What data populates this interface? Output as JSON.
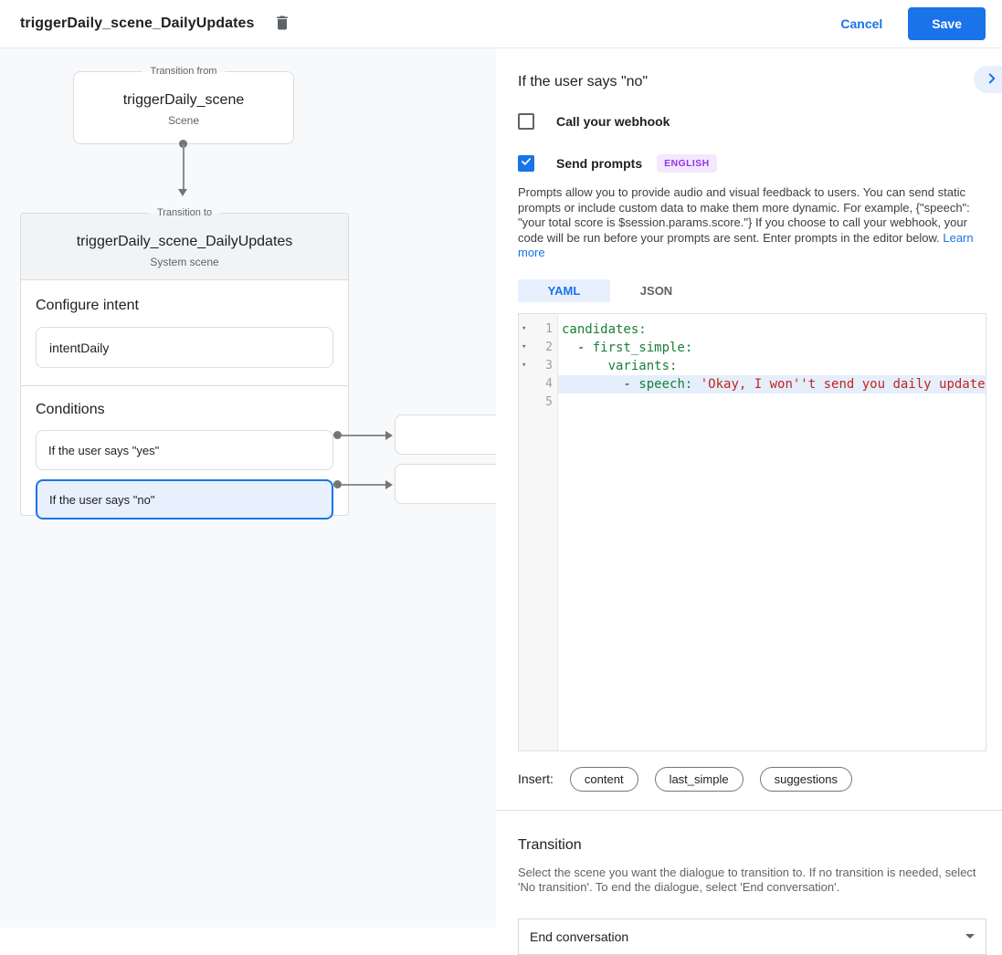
{
  "header": {
    "title": "triggerDaily_scene_DailyUpdates",
    "cancel_label": "Cancel",
    "save_label": "Save"
  },
  "colors": {
    "accent_blue": "#1a73e8",
    "selected_bg": "#e8f0fe",
    "badge_bg": "#f3e8fd",
    "badge_text": "#9334e6",
    "code_key_green": "#188038",
    "code_string_red": "#c5221f",
    "line_highlight": "#e4effb"
  },
  "diagram": {
    "from_box": {
      "legend": "Transition from",
      "name": "triggerDaily_scene",
      "type": "Scene"
    },
    "to_box": {
      "legend": "Transition to",
      "name": "triggerDaily_scene_DailyUpdates",
      "type": "System scene",
      "intent_section": {
        "heading": "Configure intent",
        "value": "intentDaily"
      },
      "conditions_section": {
        "heading": "Conditions",
        "items": [
          {
            "label": "If the user says \"yes\"",
            "selected": false
          },
          {
            "label": "If the user says \"no\"",
            "selected": true
          }
        ]
      }
    }
  },
  "panel": {
    "title": "If the user says \"no\"",
    "webhook_checkbox": {
      "label": "Call your webhook",
      "checked": false
    },
    "prompts_checkbox": {
      "label": "Send prompts",
      "checked": true,
      "badge": "ENGLISH"
    },
    "description": "Prompts allow you to provide audio and visual feedback to users. You can send static prompts or include custom data to make them more dynamic. For example, {\"speech\": \"your total score is $session.params.score.\"} If you choose to call your webhook, your code will be run before your prompts are sent. Enter prompts in the editor below. ",
    "learn_more_label": "Learn more",
    "tabs": [
      {
        "label": "YAML",
        "active": true
      },
      {
        "label": "JSON",
        "active": false
      }
    ],
    "editor": {
      "fold_glyph": "▾",
      "lines": [
        {
          "number": "1",
          "segments": {
            "plain": "",
            "key": "candidates:",
            "string": ""
          }
        },
        {
          "number": "2",
          "segments": {
            "plain": "  - ",
            "key": "first_simple:",
            "string": ""
          }
        },
        {
          "number": "3",
          "segments": {
            "plain": "      ",
            "key": "variants:",
            "string": ""
          }
        },
        {
          "number": "4",
          "segments": {
            "plain": "        - ",
            "key": "speech: ",
            "string": "'Okay, I won''t send you daily update"
          }
        },
        {
          "number": "5",
          "segments": {
            "plain": "",
            "key": "",
            "string": ""
          }
        }
      ]
    },
    "insert": {
      "label": "Insert:",
      "chips": [
        "content",
        "last_simple",
        "suggestions"
      ]
    },
    "transition": {
      "heading": "Transition",
      "description": "Select the scene you want the dialogue to transition to. If no transition is needed, select 'No transition'. To end the dialogue, select 'End conversation'.",
      "value": "End conversation"
    }
  }
}
